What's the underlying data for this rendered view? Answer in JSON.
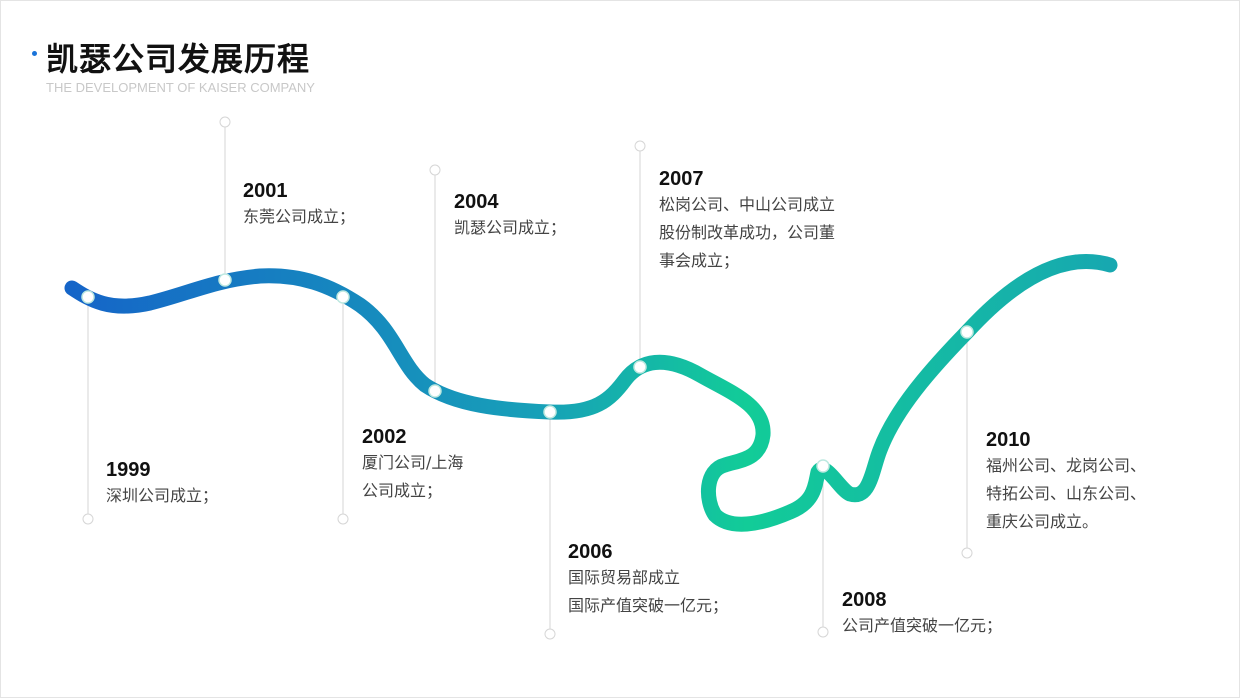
{
  "header": {
    "title": "凯瑟公司发展历程",
    "subtitle": "THE DEVELOPMENT OF KAISER COMPANY"
  },
  "colors": {
    "accent": "#1a73d9",
    "gradient_start": "#1565c8",
    "gradient_mid": "#17a0b8",
    "gradient_end": "#12cc98"
  },
  "events": [
    {
      "year": "1999",
      "lines": [
        "深圳公司成立；"
      ]
    },
    {
      "year": "2001",
      "lines": [
        "东莞公司成立；"
      ]
    },
    {
      "year": "2002",
      "lines": [
        "厦门公司/上海",
        "公司成立；"
      ]
    },
    {
      "year": "2004",
      "lines": [
        "凯瑟公司成立；"
      ]
    },
    {
      "year": "2006",
      "lines": [
        "国际贸易部成立",
        "国际产值突破一亿元；"
      ]
    },
    {
      "year": "2007",
      "lines": [
        "松岗公司、中山公司成立",
        "股份制改革成功，公司董",
        "事会成立；"
      ]
    },
    {
      "year": "2008",
      "lines": [
        "公司产值突破一亿元；"
      ]
    },
    {
      "year": "2010",
      "lines": [
        "福州公司、龙岗公司、",
        "特拓公司、山东公司、",
        "重庆公司成立。"
      ]
    }
  ]
}
